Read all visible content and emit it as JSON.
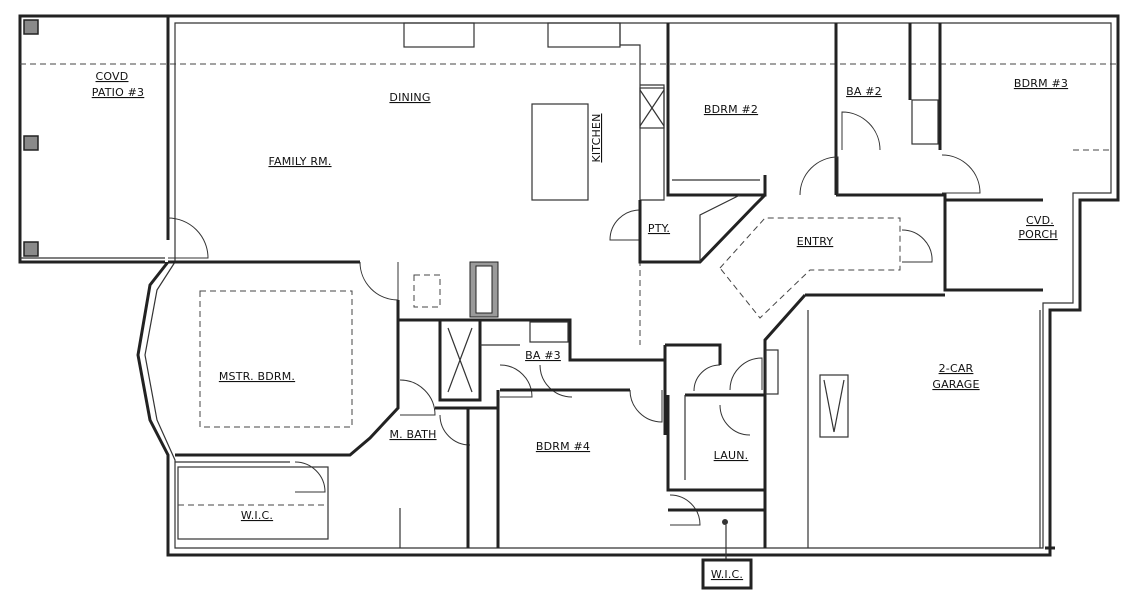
{
  "rooms": {
    "patio": [
      "COVD",
      "PATIO #3"
    ],
    "dining": "DINING",
    "family": "FAMILY RM.",
    "kitchen": "KITCHEN",
    "bdrm2": "BDRM #2",
    "ba2": "BA #2",
    "bdrm3": "BDRM #3",
    "pantry": "PTY.",
    "entry": "ENTRY",
    "porch": [
      "CVD.",
      "PORCH"
    ],
    "master": "MSTR. BDRM.",
    "ba3": "BA #3",
    "mbath": "M. BATH",
    "bdrm4": "BDRM #4",
    "laun": "LAUN.",
    "garage": [
      "2-CAR",
      "GARAGE"
    ],
    "wic_master": "W.I.C.",
    "wic_bottom": "W.I.C."
  }
}
